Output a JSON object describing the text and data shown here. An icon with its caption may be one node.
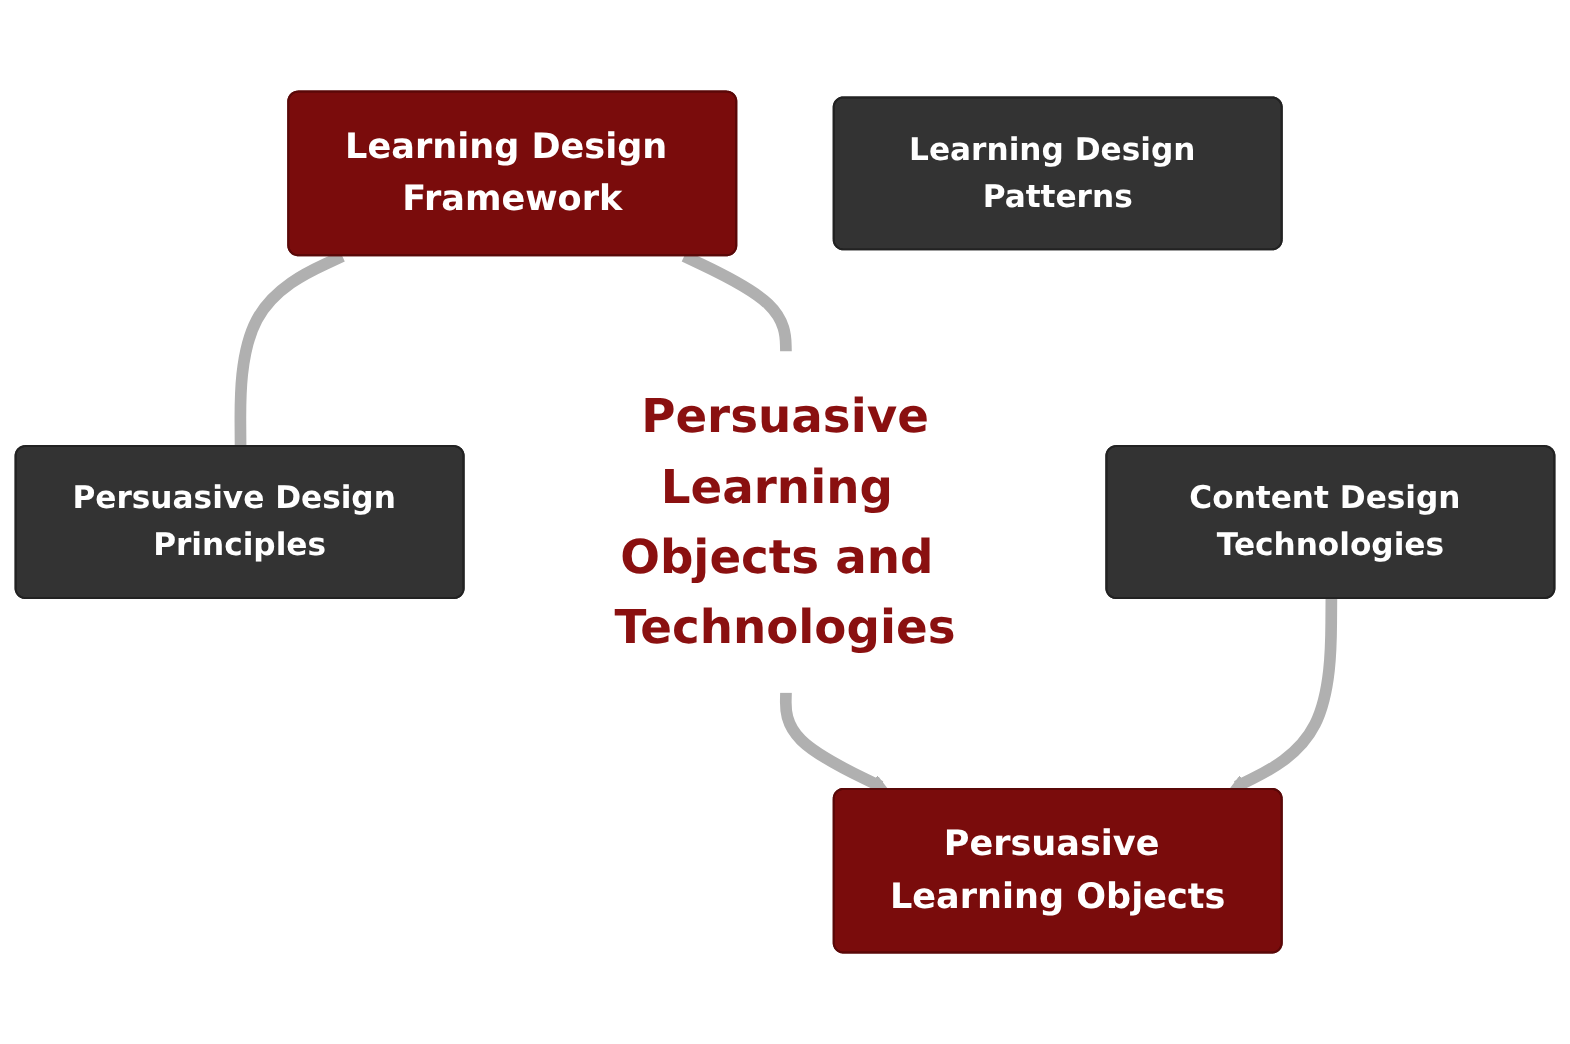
{
  "diagram": {
    "nodes": [
      {
        "text": [
          "Learning Design Framework"
        ]
      },
      {
        "text": [
          "Persuasive Design Principles"
        ]
      },
      {
        "text": [
          "Learning Design Patterns"
        ]
      },
      {
        "text": [
          "Content Design Technologies"
        ]
      },
      {
        "text": [
          "Persuasive Learning Objects"
        ]
      },
      {
        "text": [
          "Persuasive",
          "Learning Objects and Technologies"
        ]
      }
    ],
    "edges": [
      {
        "from": 0,
        "to": 5,
        "arrow": "none"
      },
      {
        "from": 0,
        "to": 1,
        "arrow": "none"
      },
      {
        "from": 5,
        "to": 4,
        "arrow": "to"
      },
      {
        "from": 3,
        "to": 4,
        "arrow": "to"
      }
    ]
  }
}
